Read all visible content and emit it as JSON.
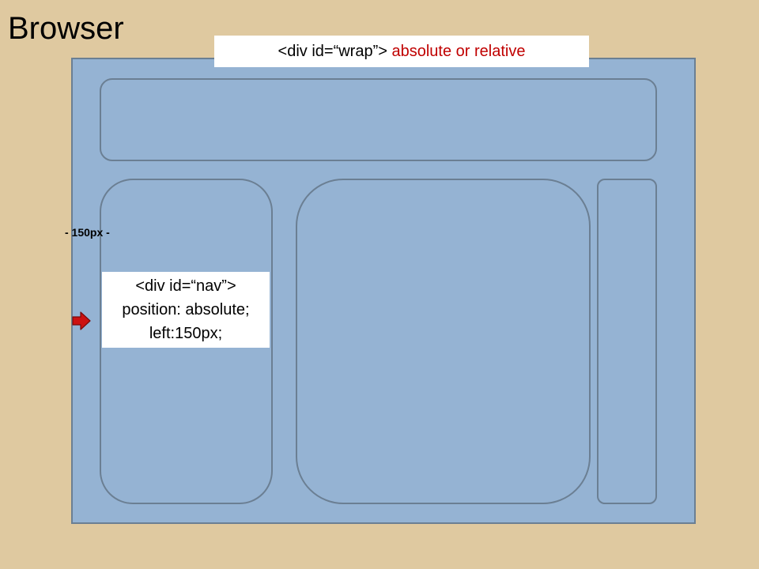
{
  "title": "Browser",
  "wrap": {
    "tag": "<div id=“wrap”>",
    "note": "absolute or relative"
  },
  "offset_label": "- 150px -",
  "nav": {
    "tag": "<div id=“nav”>",
    "position": "position: absolute;",
    "left": "left:150px;"
  },
  "colors": {
    "background": "#dfc9a0",
    "wrap_fill": "#95b3d3",
    "outline": "#6b7f93",
    "note_red": "#c00000",
    "arrow_red": "#cc1111"
  },
  "icons": {
    "pointer": "right-arrow-icon"
  }
}
